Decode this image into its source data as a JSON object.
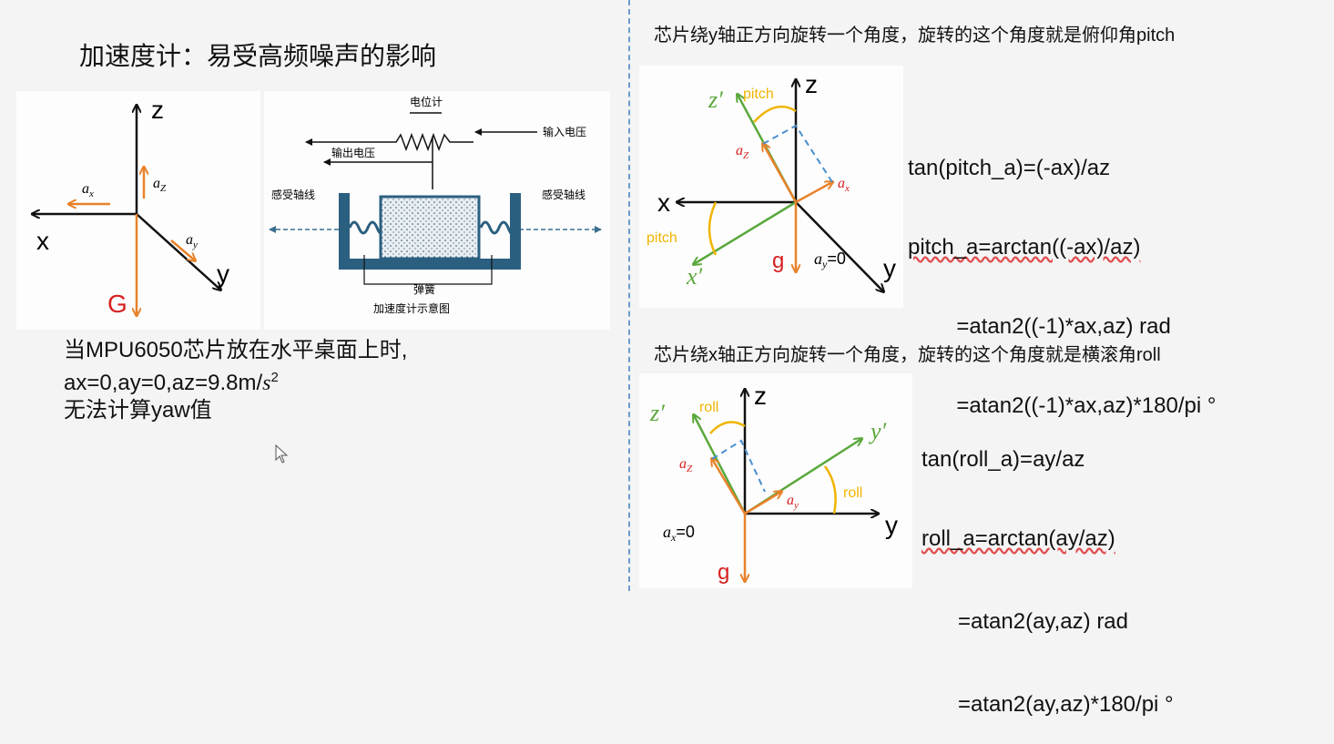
{
  "left": {
    "title": "加速度计：易受高频噪声的影响",
    "axes_diagram": {
      "z_label": "z",
      "x_label": "x",
      "y_label": "y",
      "g_label": "G",
      "ax_label": "a",
      "ax_sub": "x",
      "az_label": "a",
      "az_sub": "Z",
      "ay_label": "a",
      "ay_sub": "y"
    },
    "schematic": {
      "potentiometer": "电位计",
      "input_voltage": "输入电压",
      "output_voltage": "输出电压",
      "sensing_axis_left": "感受轴线",
      "sensing_axis_right": "感受轴线",
      "spring": "弹簧",
      "caption": "加速度计示意图"
    },
    "description": {
      "line1": "当MPU6050芯片放在水平桌面上时,",
      "line2": "ax=0,ay=0,az=9.8m/",
      "line2_unit": "s",
      "line2_sup": "2",
      "line3": "无法计算yaw值"
    }
  },
  "pitch_section": {
    "heading": "芯片绕y轴正方向旋转一个角度，旋转的这个角度就是俯仰角pitch",
    "diagram": {
      "z_label": "z",
      "z_prime": "z′",
      "x_label": "x",
      "x_prime": "x′",
      "y_label": "y",
      "g_label": "g",
      "pitch_top": "pitch",
      "pitch_left": "pitch",
      "az_label": "a",
      "az_sub": "Z",
      "ax_label": "a",
      "ax_sub": "x",
      "ay_eq": "=0",
      "ay_label": "a",
      "ay_sub": "y"
    },
    "formulas": [
      "tan(pitch_a)=(-ax)/az",
      "pitch_a=arctan((-ax)/az)",
      "        =atan2((-1)*ax,az) rad",
      "        =atan2((-1)*ax,az)*180/pi °"
    ]
  },
  "roll_section": {
    "heading": "芯片绕x轴正方向旋转一个角度，旋转的这个角度就是横滚角roll",
    "diagram": {
      "z_label": "z",
      "z_prime": "z′",
      "y_label": "y",
      "y_prime": "y′",
      "g_label": "g",
      "roll_top": "roll",
      "roll_right": "roll",
      "az_label": "a",
      "az_sub": "Z",
      "ay_label": "a",
      "ay_sub": "y",
      "ax_label": "a",
      "ax_sub": "x",
      "ax_eq": "=0"
    },
    "formulas": [
      "tan(roll_a)=ay/az",
      "roll_a=arctan(ay/az)",
      "      =atan2(ay,az) rad",
      "      =atan2(ay,az)*180/pi °"
    ]
  },
  "colors": {
    "orange": "#e8822a",
    "green": "#5aa83c",
    "yellow": "#f0b400",
    "red": "#d62020",
    "blue_dash": "#4a8fd0",
    "divider": "#6a9bcf"
  }
}
